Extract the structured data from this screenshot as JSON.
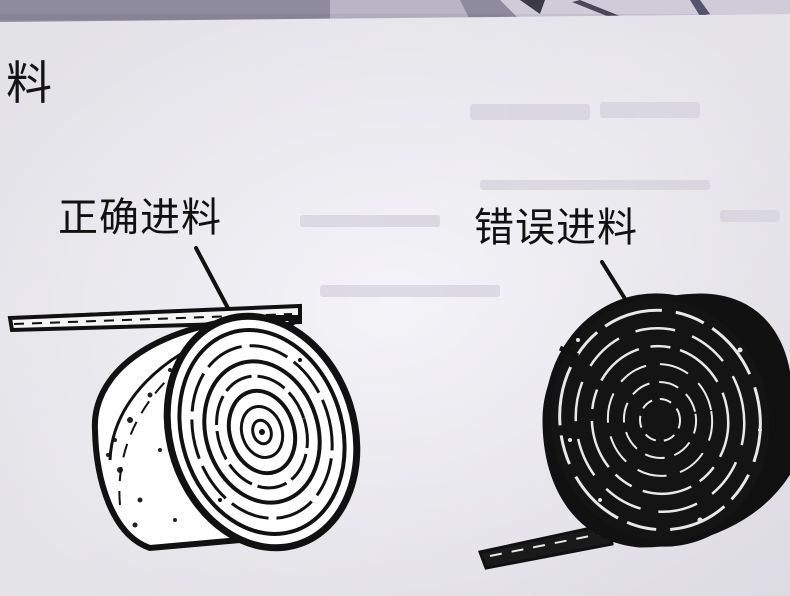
{
  "heading": {
    "partial_char": "料"
  },
  "figures": {
    "correct_label": "正确进料",
    "wrong_label": "错误进料"
  },
  "colors": {
    "paper": "#f3f2f7",
    "ink": "#111111",
    "background_top": "#9a97a8"
  },
  "icons": {
    "correct": "tape-roll-correct-feed-icon",
    "wrong": "tape-roll-wrong-feed-icon"
  }
}
